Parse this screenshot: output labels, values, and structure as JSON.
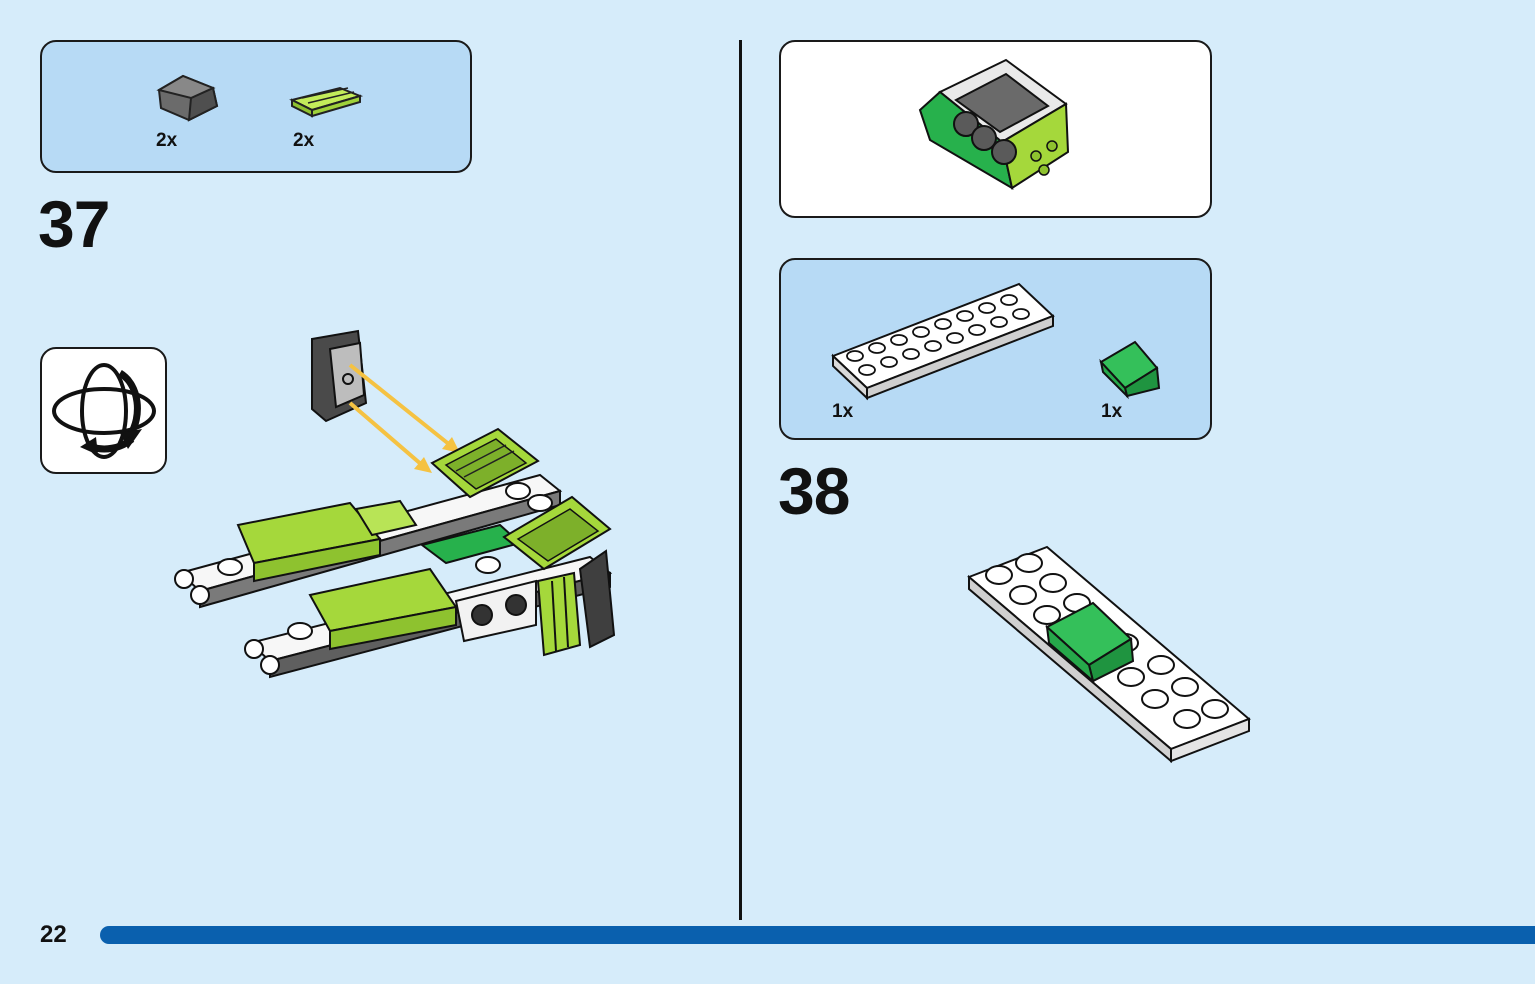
{
  "page": {
    "number": "22"
  },
  "step37": {
    "number": "37",
    "parts": [
      {
        "qty": "2x",
        "name": "dark-grey-slope",
        "color": "#6b6b6b"
      },
      {
        "qty": "2x",
        "name": "lime-grille-slope",
        "color": "#a5d83b"
      }
    ],
    "rotate_icon": "rotate-model-icon"
  },
  "step38": {
    "number": "38",
    "parts": [
      {
        "qty": "1x",
        "name": "white-plate-2x8",
        "color": "#ffffff"
      },
      {
        "qty": "1x",
        "name": "green-slope",
        "color": "#27b14c"
      }
    ]
  },
  "colors": {
    "background": "#d6ecfa",
    "parts_panel": "#b7daf5",
    "lime": "#a5d83b",
    "green": "#27b14c",
    "dark_grey": "#555555",
    "arrow": "#f5c242",
    "bar": "#0a60ae"
  }
}
